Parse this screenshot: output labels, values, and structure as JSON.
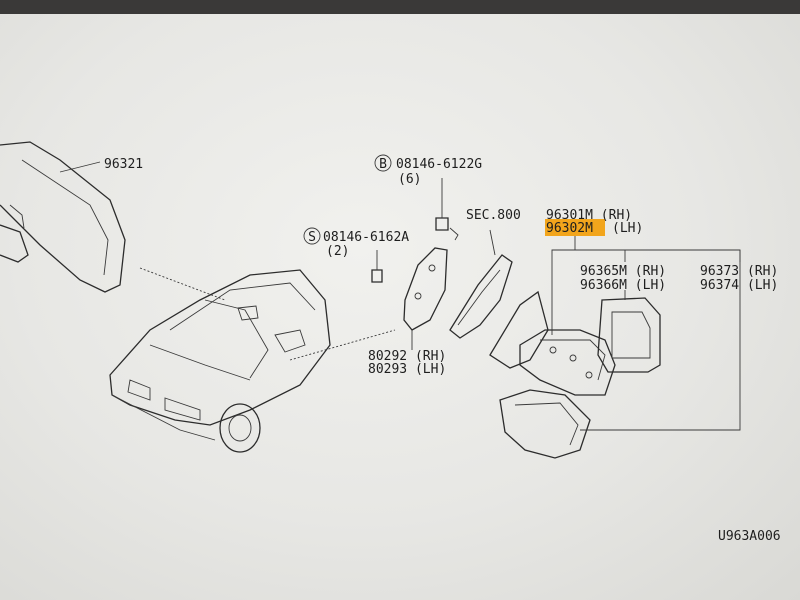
{
  "labels": {
    "p96321": "96321",
    "bolt_b_code": "08146-6122G",
    "bolt_b_qty": "(6)",
    "bolt_s_code": "08146-6162A",
    "bolt_s_qty": "(2)",
    "sec": "SEC.800",
    "p96301m": "96301M (RH)",
    "p96302m_num": "96302M",
    "p96302m_side": "(LH)",
    "p96365m": "96365M (RH)",
    "p96366m": "96366M (LH)",
    "p96373": "96373 (RH)",
    "p96374": "96374 (LH)",
    "p80292": "80292 (RH)",
    "p80293": "80293 (LH)",
    "code": "U963A006"
  },
  "symbols": {
    "b": "B",
    "s": "S"
  },
  "colors": {
    "highlight": "#f2a51c",
    "ink": "#1e1e1e"
  }
}
